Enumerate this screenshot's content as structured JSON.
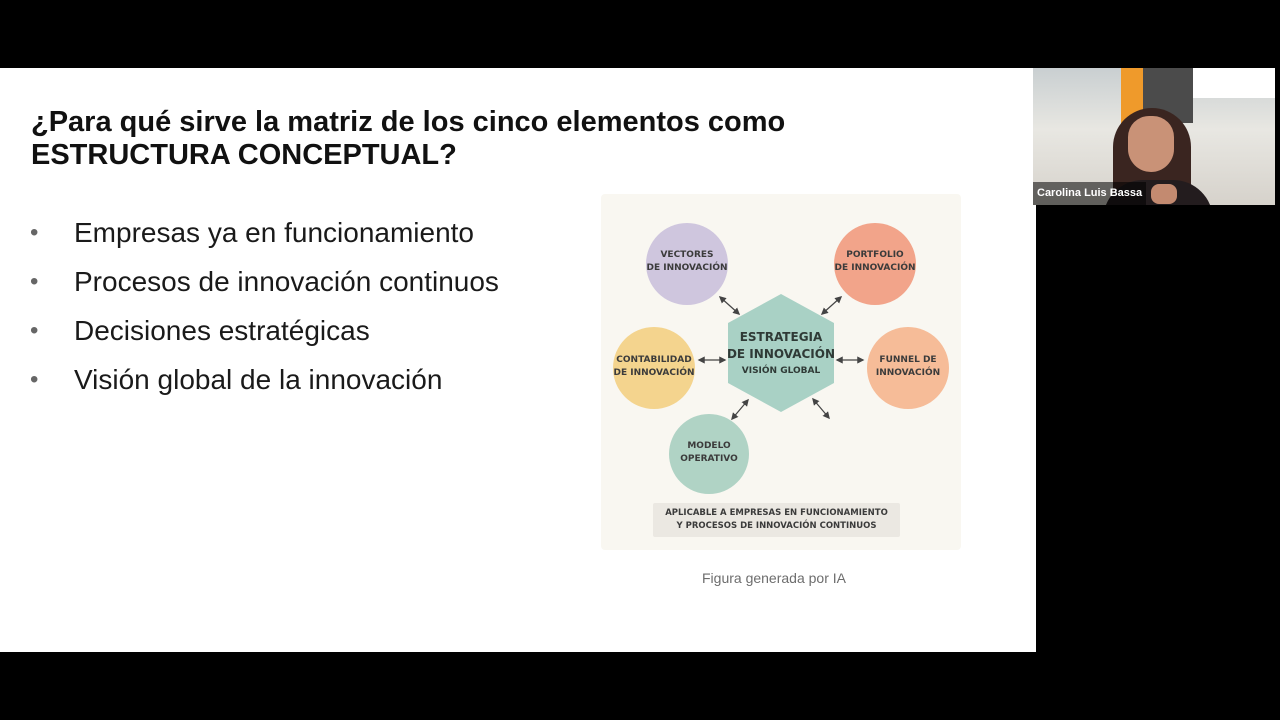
{
  "slide": {
    "title_line1": "¿Para qué sirve la matriz de los cinco elementos como",
    "title_line2": "ESTRUCTURA CONCEPTUAL?",
    "bullets": [
      "Empresas ya en funcionamiento",
      "Procesos de innovación continuos",
      "Decisiones estratégicas",
      "Visión global de la innovación"
    ],
    "bullet_symbol": "•",
    "caption": "Figura generada por IA"
  },
  "figure": {
    "center": {
      "line1": "ESTRATEGIA",
      "line2": "DE INNOVACIÓN",
      "line3": "VISIÓN GLOBAL",
      "color": "#a9d1c5"
    },
    "nodes": [
      {
        "line1": "VECTORES",
        "line2": "DE INNOVACIÓN",
        "color": "#cfc6de"
      },
      {
        "line1": "PORTFOLIO",
        "line2": "DE INNOVACIÓN",
        "color": "#f2a48a"
      },
      {
        "line1": "CONTABILIDAD",
        "line2": "DE INNOVACIÓN",
        "color": "#f4d48e"
      },
      {
        "line1": "FUNNEL DE",
        "line2": "INNOVACIÓN",
        "color": "#f6bc98"
      },
      {
        "line1": "MODELO",
        "line2": "OPERATIVO",
        "color": "#b0d3c5"
      }
    ],
    "footer_line1": "APLICABLE A EMPRESAS EN FUNCIONAMIENTO",
    "footer_line2": "Y PROCESOS DE INNOVACIÓN CONTINUOS"
  },
  "participant": {
    "name": "Carolina Luis Bassa"
  }
}
